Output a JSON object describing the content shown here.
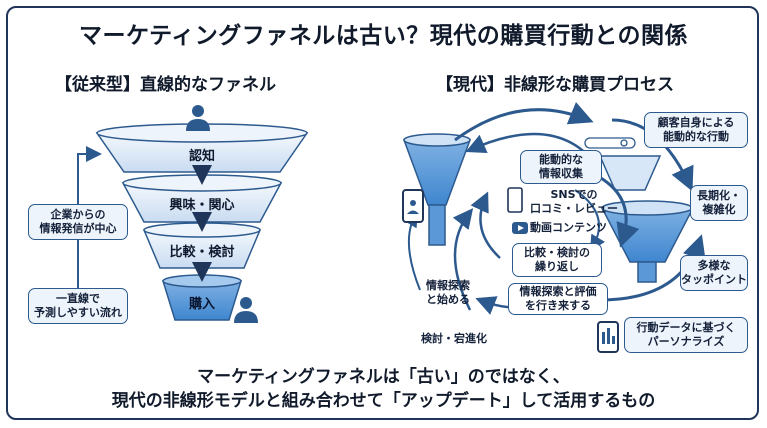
{
  "title": "マーケティングファネルは古い？現代の購買行動との関係",
  "left": {
    "heading": "【従来型】直線的なファネル",
    "stages": [
      "認知",
      "興味・関心",
      "比較・検討",
      "購入"
    ],
    "side_note_1": [
      "企業からの",
      "情報発信が中心"
    ],
    "side_note_2": [
      "一直線で",
      "予測しやすい流れ"
    ]
  },
  "right": {
    "heading": "【現代】非線形な購買プロセス",
    "nodes": {
      "active_collection": [
        "能動的な",
        "情報収集"
      ],
      "sns_reviews": [
        "SNSでの",
        "口コミ・レビュー"
      ],
      "video_content": "動画コンテンツ",
      "compare_repeat": [
        "比較・検討の",
        "繰り返し"
      ],
      "back_and_forth": [
        "情報探索と評価",
        "を行き来する"
      ],
      "start_search": [
        "情報探索",
        "と始める"
      ],
      "review_deepen": "検討・宕進化"
    },
    "side_labels": {
      "self_driven": [
        "顧客自身による",
        "能動的な行動"
      ],
      "long_complex": [
        "長期化・",
        "複雑化"
      ],
      "touchpoints": [
        "多様な",
        "タッポイント"
      ],
      "personalize": [
        "行動データに基づく",
        "パーソナライズ"
      ]
    }
  },
  "bottom": {
    "line1": "マーケティングファネルは「古い」のではなく、",
    "line2": "現代の非線形モデルと組み合わせて「アップデート」して活用するもの"
  },
  "colors": {
    "navy": "#1f3559",
    "funnel_light": "#e3eefa",
    "funnel_mid": "#b9d3ee",
    "arrow": "#2d5a8e",
    "accent": "#3a78c2"
  }
}
